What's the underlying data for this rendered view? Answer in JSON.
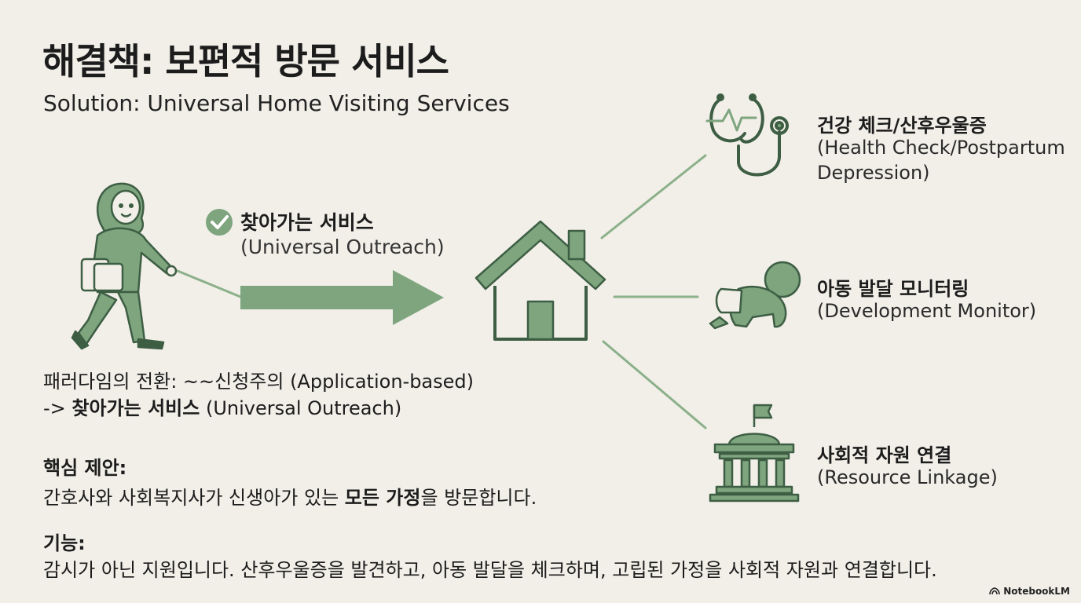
{
  "header": {
    "title": "해결책: 보편적 방문 서비스",
    "subtitle": "Solution: Universal Home Visiting Services"
  },
  "outreach": {
    "label_ko": "찾아가는 서비스",
    "label_en": "(Universal Outreach)"
  },
  "outcomes": [
    {
      "ko": "건강 체크/산후우울증",
      "en": "(Health Check/Postpartum Depression)",
      "icon": "stethoscope-icon"
    },
    {
      "ko": "아동 발달 모니터링",
      "en": "(Development Monitor)",
      "icon": "crawling-baby-icon"
    },
    {
      "ko": "사회적 자원 연결",
      "en": "(Resource Linkage)",
      "icon": "institution-icon"
    }
  ],
  "paradigm": {
    "line1": "패러다임의 전환: ~~신청주의 (Application-based)",
    "line2_prefix": "-> ",
    "line2_bold": "찾아가는 서비스",
    "line2_suffix": " (Universal Outreach)"
  },
  "proposal": {
    "heading": "핵심 제안:",
    "text_before": "간호사와 사회복지사가 신생아가 있는 ",
    "text_bold": "모든 가정",
    "text_after": "을 방문합니다."
  },
  "function": {
    "heading": "기능:",
    "text": "감시가 아닌 지원입니다. 산후우울증을 발견하고, 아동 발달을 체크하며, 고립된 가정을 사회적 자원과 연결합니다."
  },
  "brand": {
    "name": "NotebookLM"
  },
  "colors": {
    "background": "#f1efe8",
    "green": "#7ea57e",
    "dark_green": "#3e5e44",
    "line": "#8cb08a"
  }
}
